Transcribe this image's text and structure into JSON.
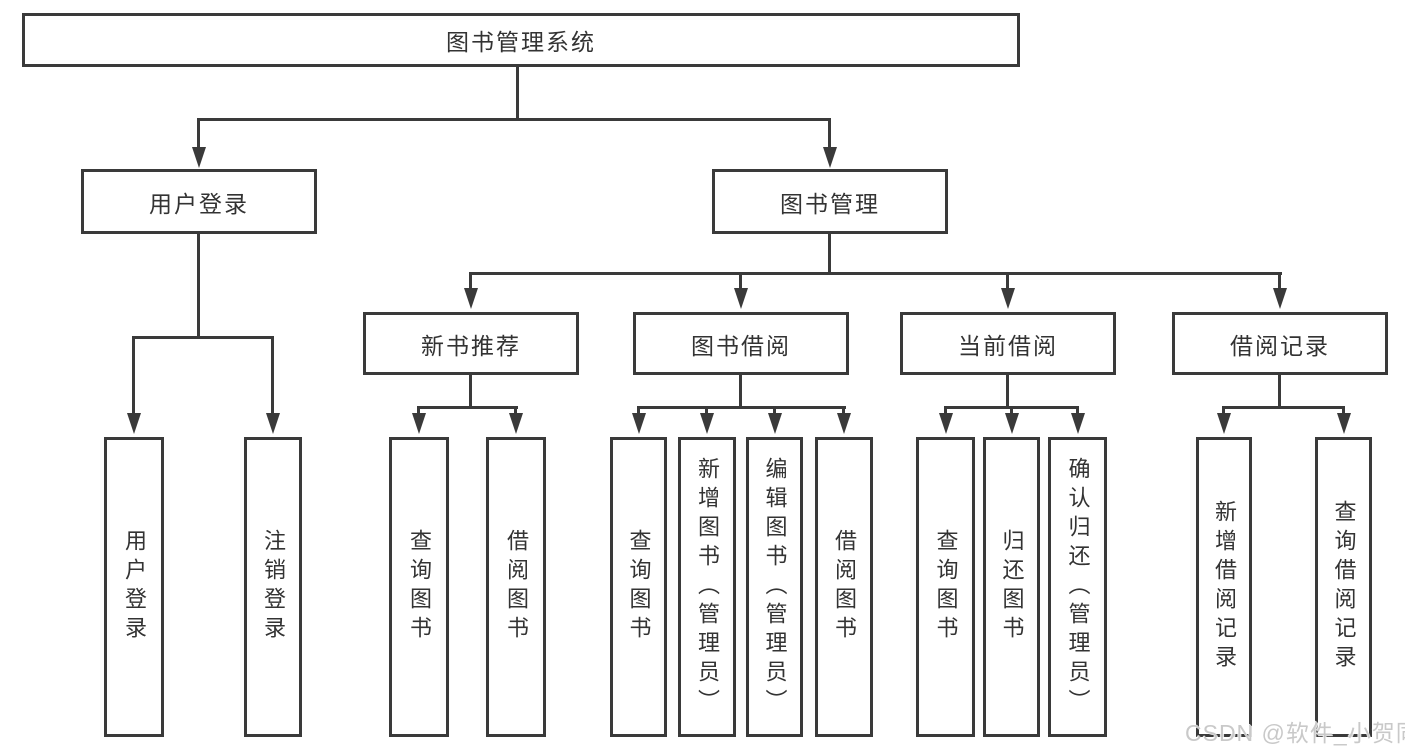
{
  "nodes": {
    "root": {
      "label": "图书管理系统"
    },
    "level2": [
      {
        "label": "用户登录"
      },
      {
        "label": "图书管理"
      }
    ],
    "level3": [
      {
        "label": "新书推荐"
      },
      {
        "label": "图书借阅"
      },
      {
        "label": "当前借阅"
      },
      {
        "label": "借阅记录"
      }
    ],
    "leaves": {
      "user_login": [
        {
          "label": "用户登录"
        },
        {
          "label": "注销登录"
        }
      ],
      "new_book_recommendation": [
        {
          "label": "查询图书"
        },
        {
          "label": "借阅图书"
        }
      ],
      "book_borrowing": [
        {
          "label": "查询图书"
        },
        {
          "label": "新增图书（管理员）"
        },
        {
          "label": "编辑图书（管理员）"
        },
        {
          "label": "借阅图书"
        }
      ],
      "current_borrowing": [
        {
          "label": "查询图书"
        },
        {
          "label": "归还图书"
        },
        {
          "label": "确认归还（管理员）"
        }
      ],
      "borrowing_records": [
        {
          "label": "新增借阅记录"
        },
        {
          "label": "查询借阅记录"
        }
      ]
    }
  },
  "watermark": {
    "text": "CSDN @软件_小贺同学"
  },
  "colors": {
    "line": "#3a3a3a",
    "text": "#333333",
    "box_bg": "#ffffff",
    "page_bg": "#ffffff",
    "watermark": "#c9c9c9"
  }
}
